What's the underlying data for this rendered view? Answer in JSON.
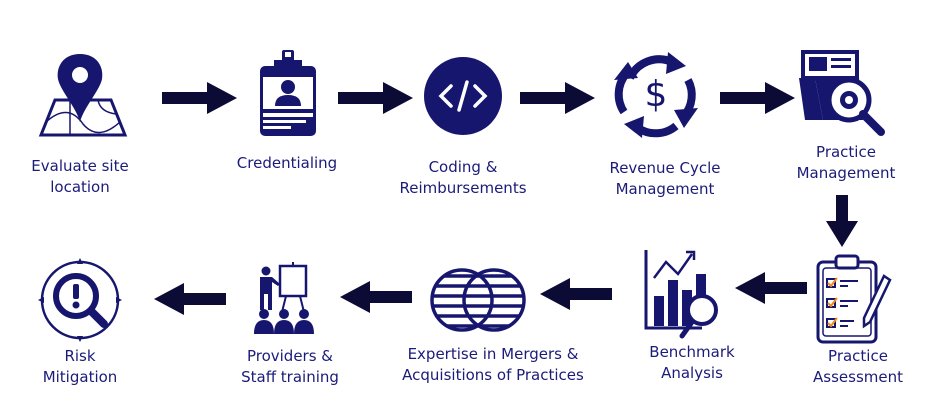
{
  "colors": {
    "icon": "#16166e",
    "text": "#1b1b7a",
    "arrow": "#0b0b36",
    "check": "#f08a1c"
  },
  "steps": [
    {
      "line1": "Evaluate site",
      "line2": "location",
      "icon": "map-pin-icon"
    },
    {
      "line1": "Credentialing",
      "line2": "",
      "icon": "id-badge-icon"
    },
    {
      "line1": "Coding &",
      "line2": "Reimbursements",
      "icon": "code-icon"
    },
    {
      "line1": "Revenue Cycle",
      "line2": "Management",
      "icon": "dollar-cycle-icon"
    },
    {
      "line1": "Practice",
      "line2": "Management",
      "icon": "document-gear-search-icon"
    },
    {
      "line1": "Practice",
      "line2": "Assessment",
      "icon": "clipboard-checklist-icon"
    },
    {
      "line1": "Benchmark",
      "line2": "Analysis",
      "icon": "chart-magnifier-icon"
    },
    {
      "line1": "Expertise in Mergers &",
      "line2": "Acquisitions of Practices",
      "icon": "venn-merge-icon"
    },
    {
      "line1": "Providers &",
      "line2": "Staff training",
      "icon": "presentation-icon"
    },
    {
      "line1": "Risk",
      "line2": "Mitigation",
      "icon": "risk-magnifier-icon"
    }
  ]
}
